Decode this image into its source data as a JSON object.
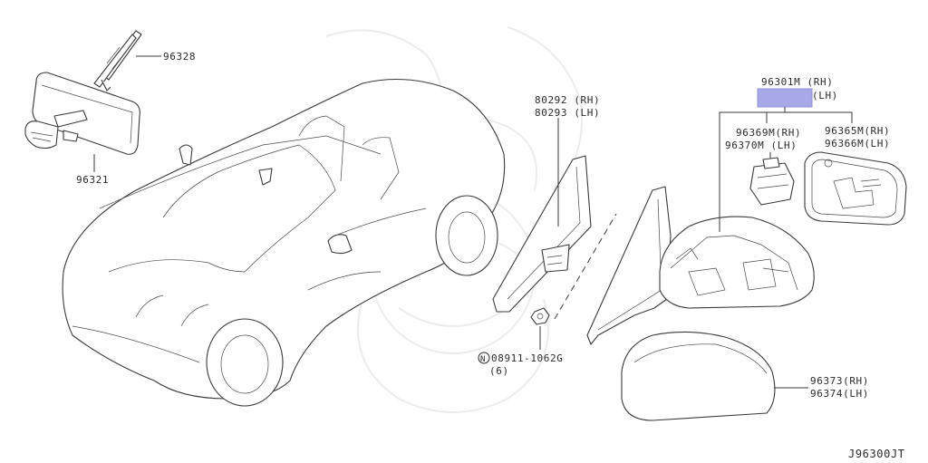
{
  "diagram": {
    "code": "J96300JT",
    "highlight_color": "#a7a9e6",
    "parts": {
      "p96328": {
        "label": "96328"
      },
      "p96321": {
        "label": "96321"
      },
      "p80292": {
        "label_rh": "80292 (RH)",
        "label_lh": "80293 (LH)"
      },
      "p96301": {
        "label_rh": "96301M (RH)",
        "label_lh": "(LH)"
      },
      "p96369": {
        "label_rh": "96369M(RH)",
        "label_lh": "96370M (LH)"
      },
      "p96365": {
        "label_rh": "96365M(RH)",
        "label_lh": "96366M(LH)"
      },
      "p08911": {
        "symbol": "N",
        "label": "08911-1062G",
        "qty": "(6)"
      },
      "p96373": {
        "label_rh": "96373(RH)",
        "label_lh": "96374(LH)"
      }
    }
  }
}
